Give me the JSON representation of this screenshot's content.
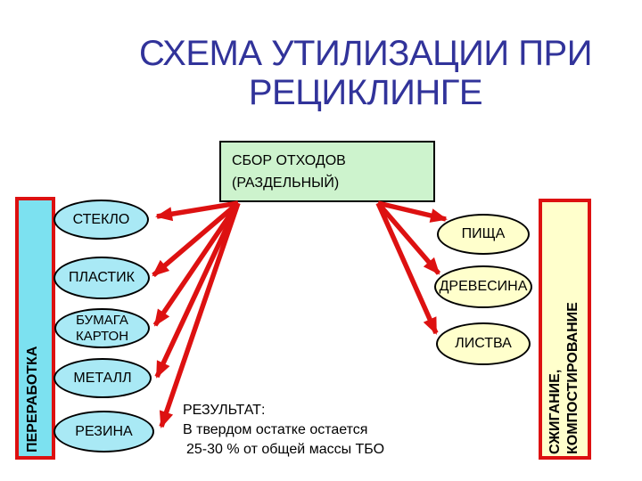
{
  "title": {
    "line1": "СХЕМА УТИЛИЗАЦИИ ПРИ",
    "line2": "РЕЦИКЛИНГЕ"
  },
  "collection_box": {
    "line1": "СБОР ОТХОДОВ",
    "line2": "(РАЗДЕЛЬНЫЙ)"
  },
  "left_category_bar": {
    "label": "ПЕРЕРАБОТКА"
  },
  "right_category_bar": {
    "label": "СЖИГАНИЕ,\nКОМПОСТИРОВАНИЕ"
  },
  "nodes": {
    "left": [
      "СТЕКЛО",
      "ПЛАСТИК",
      "БУМАГА\nКАРТОН",
      "МЕТАЛЛ",
      "РЕЗИНА"
    ],
    "right": [
      "ПИЩА",
      "ДРЕВЕСИНА",
      "ЛИСТВА"
    ]
  },
  "result": {
    "line1": "РЕЗУЛЬТАТ:",
    "line2": "В твердом остатке остается",
    "line3": "25-30 % от общей массы ТБО"
  },
  "colors": {
    "title_navy": "#31339a",
    "arrow_red": "#dd1111",
    "node_cyan": "#a9e9f5",
    "bar_cyan": "#7ce1f0",
    "compost_yellow": "#ffffcc",
    "collection_green": "#cdf3cd"
  }
}
